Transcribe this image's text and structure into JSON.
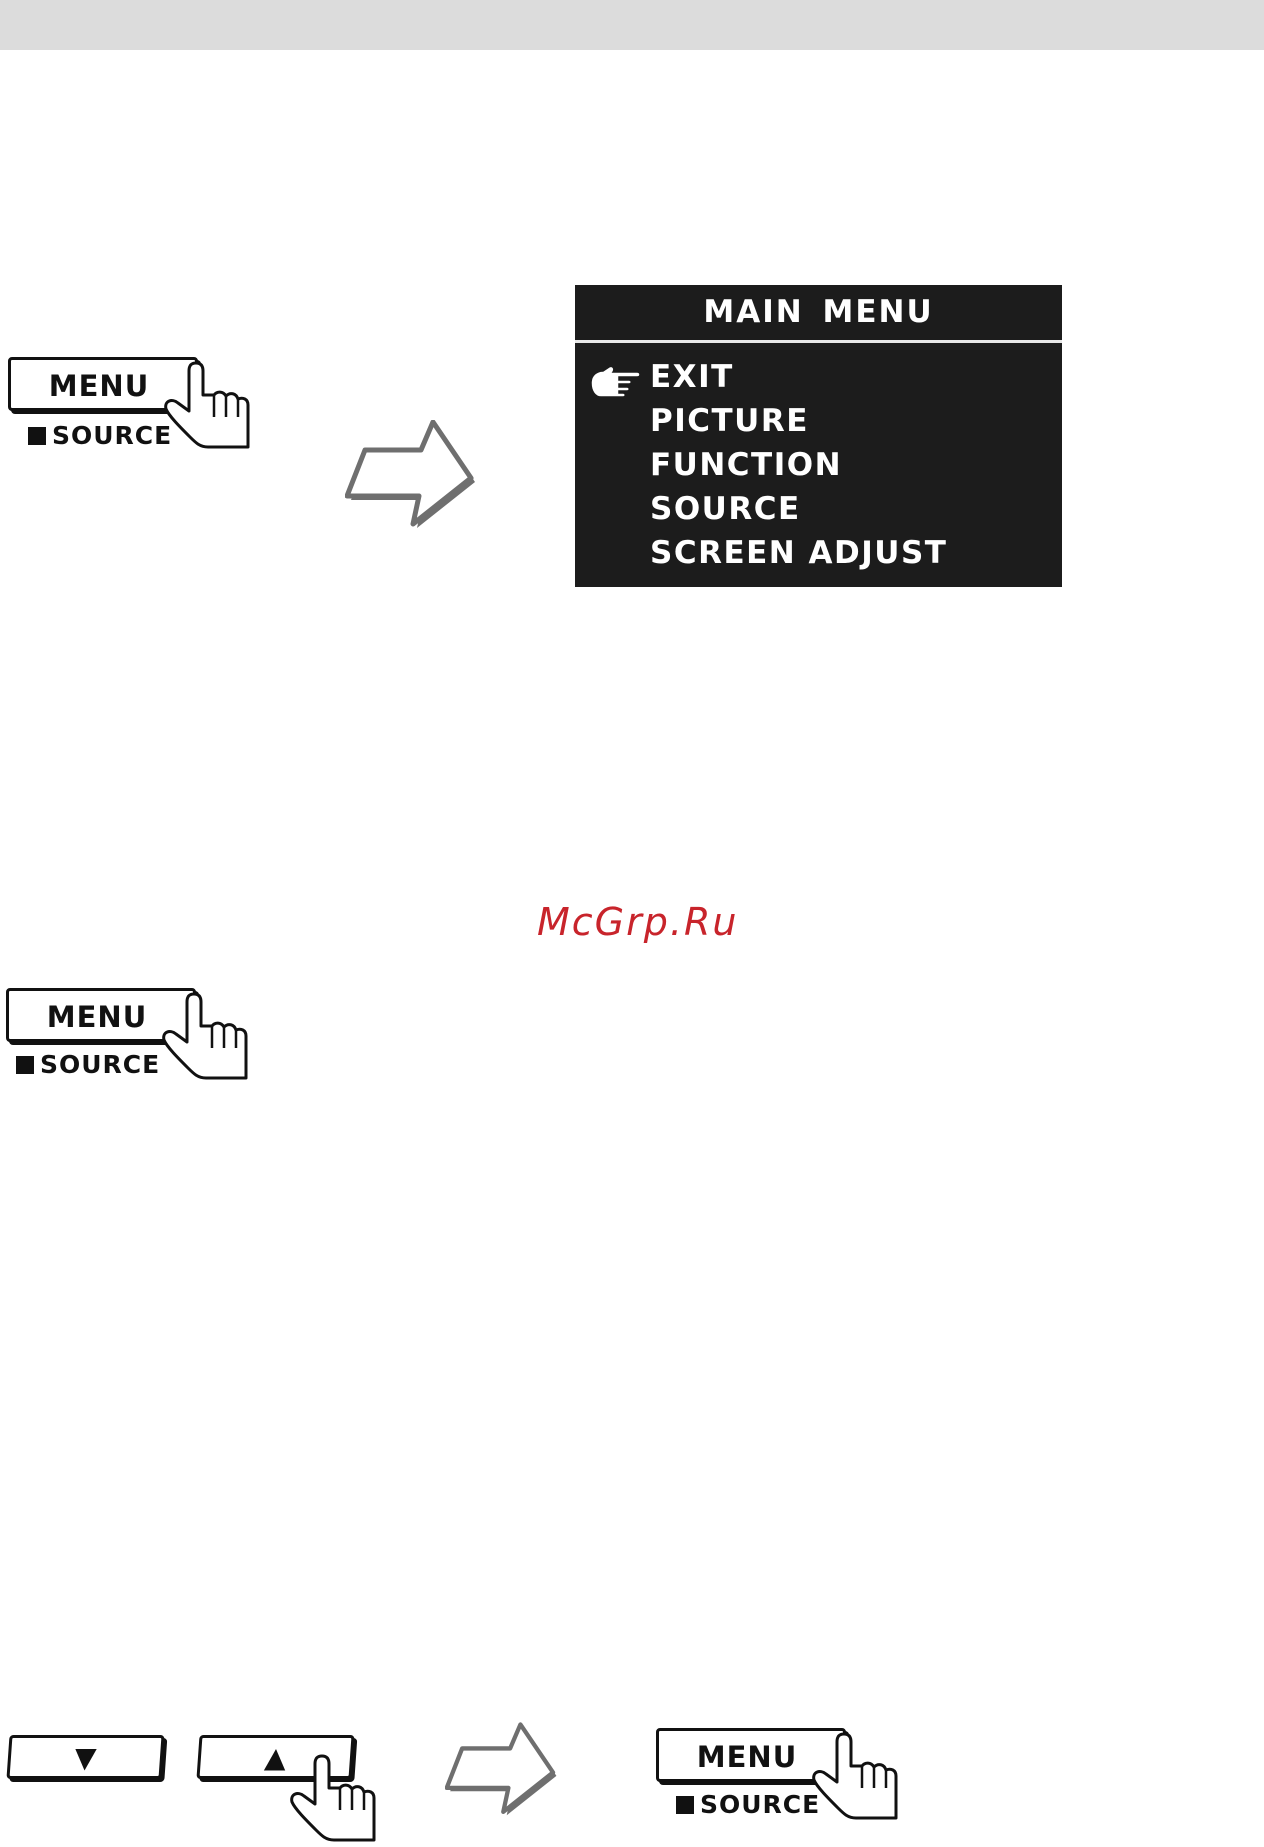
{
  "osd": {
    "title": "MAIN  MENU",
    "items": [
      "EXIT",
      "PICTURE",
      "FUNCTION",
      "SOURCE",
      "SCREEN ADJUST"
    ],
    "selected_index": 0
  },
  "keys": {
    "menu_label": "MENU",
    "source_label": "SOURCE",
    "down_glyph": "▼",
    "up_glyph": "▲"
  },
  "watermark": "McGrp.Ru",
  "colors": {
    "osd_background": "#1c1c1c",
    "osd_text": "#ffffff",
    "watermark": "#c8242b",
    "arrow_gray": "#6f6f6f",
    "top_band": "#dcdcdc"
  },
  "icons": {
    "hand": "pointing-hand-icon",
    "arrow": "right-arrow-icon",
    "selector": "pointer-hand-icon"
  }
}
